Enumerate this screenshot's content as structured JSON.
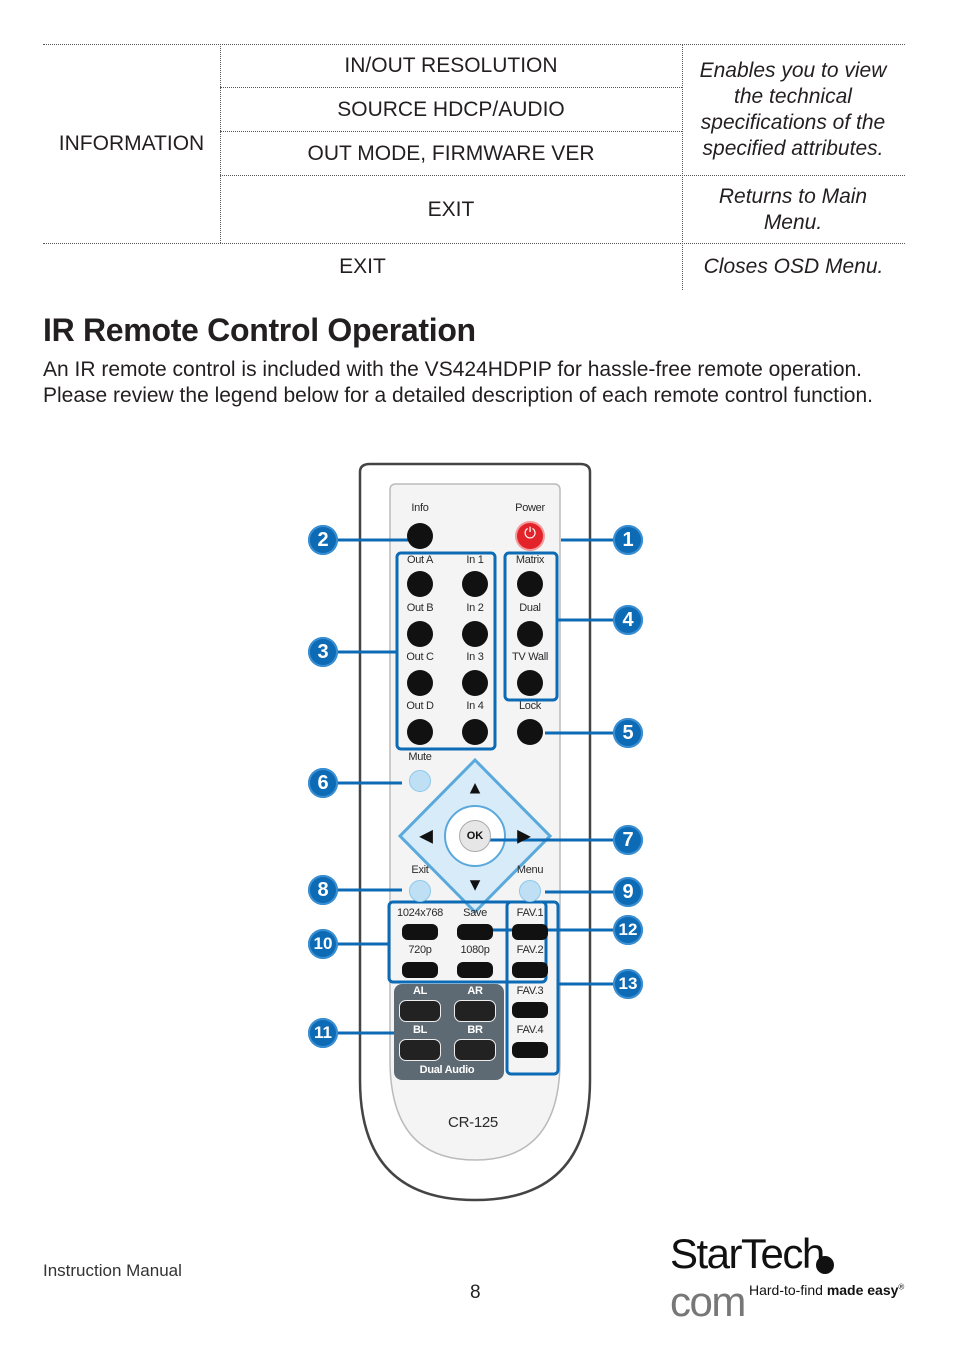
{
  "table": {
    "information_label": "INFORMATION",
    "row_resolution": "IN/OUT RESOLUTION",
    "row_hdcp": "SOURCE HDCP/AUDIO",
    "row_firmware": "OUT MODE, FIRMWARE VER",
    "info_description": "Enables you to view the technical specifications of the specified attributes.",
    "info_exit": "EXIT",
    "info_exit_description": "Returns to Main Menu.",
    "exit": "EXIT",
    "exit_description": "Closes OSD Menu."
  },
  "heading": "IR Remote Control Operation",
  "intro": "An IR remote control is included with the VS424HDPIP for hassle-free remote operation. Please review the legend below for a detailed description of each remote control function.",
  "remote": {
    "info": "Info",
    "power": "Power",
    "out_a": "Out A",
    "in_1": "In 1",
    "matrix": "Matrix",
    "out_b": "Out B",
    "in_2": "In 2",
    "dual": "Dual",
    "out_c": "Out C",
    "in_3": "In 3",
    "tv_wall": "TV Wall",
    "out_d": "Out D",
    "in_4": "In 4",
    "lock": "Lock",
    "mute": "Mute",
    "ok": "OK",
    "exit": "Exit",
    "menu": "Menu",
    "res_1024": "1024x768",
    "save": "Save",
    "fav1": "FAV.1",
    "res_720": "720p",
    "res_1080": "1080p",
    "fav2": "FAV.2",
    "al": "AL",
    "ar": "AR",
    "fav3": "FAV.3",
    "bl": "BL",
    "br": "BR",
    "fav4": "FAV.4",
    "dual_audio": "Dual Audio",
    "model": "CR-125",
    "callouts": [
      "1",
      "2",
      "3",
      "4",
      "5",
      "6",
      "7",
      "8",
      "9",
      "10",
      "11",
      "12",
      "13"
    ]
  },
  "colors": {
    "callout_blue": "#0d6ab5",
    "power_red": "#e2232a"
  },
  "footer": {
    "manual": "Instruction Manual",
    "page": "8",
    "logo_main": "StarTech",
    "logo_com": "com",
    "logo_tag_plain": "Hard-to-find ",
    "logo_tag_bold": "made easy",
    "logo_tm": "®"
  }
}
